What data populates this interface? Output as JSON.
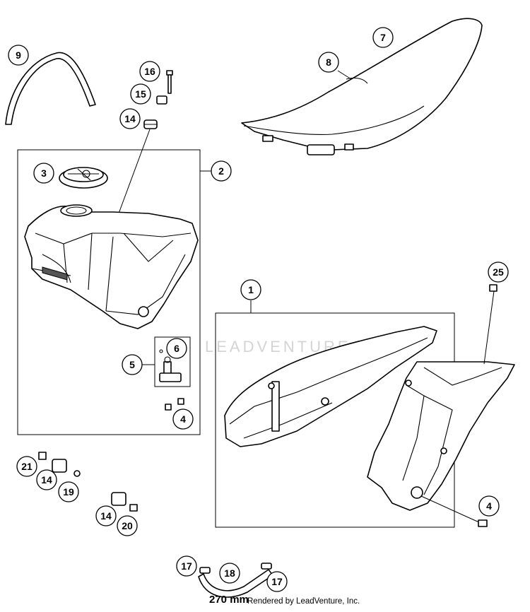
{
  "callouts": {
    "c1": "1",
    "c2": "2",
    "c3": "3",
    "c4a": "4",
    "c4b": "4",
    "c5": "5",
    "c6": "6",
    "c7": "7",
    "c8": "8",
    "c9": "9",
    "c14a": "14",
    "c14b": "14",
    "c14c": "14",
    "c15": "15",
    "c16": "16",
    "c17a": "17",
    "c17b": "17",
    "c18": "18",
    "c19": "19",
    "c20": "20",
    "c21": "21",
    "c25": "25"
  },
  "footer": {
    "dimension": "270 mm",
    "credit": "Rendered by LeadVenture, Inc."
  },
  "watermark": "LEADVENTURE"
}
